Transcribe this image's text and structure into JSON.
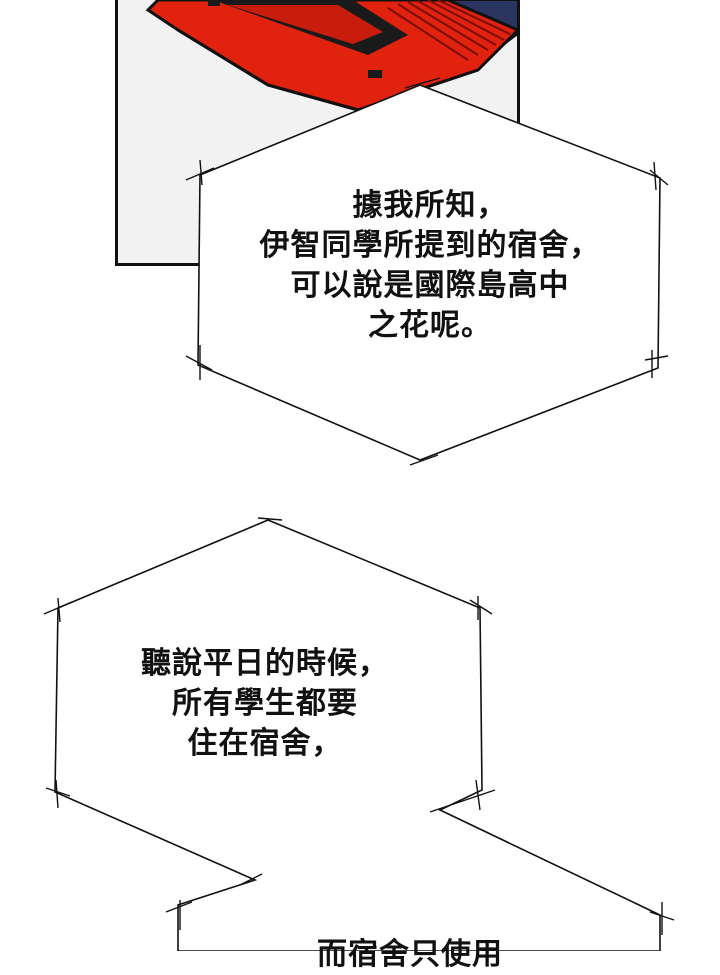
{
  "comic": {
    "bubble1": {
      "line1": "據我所知，",
      "line2": "伊智同學所提到的宿舍，",
      "line3": "可以說是國際島高中",
      "line4": "之花呢。"
    },
    "bubble2": {
      "line1": "聽說平日的時候，",
      "line2": "所有學生都要",
      "line3": "住在宿舍，"
    },
    "bubble3": {
      "line1": "而宿舍只使用"
    }
  },
  "colors": {
    "case_red": "#e0220f",
    "case_dark": "#1a1a1a",
    "navy": "#2a3560",
    "panel_bg": "#f3f2f2",
    "line": "#111111"
  }
}
